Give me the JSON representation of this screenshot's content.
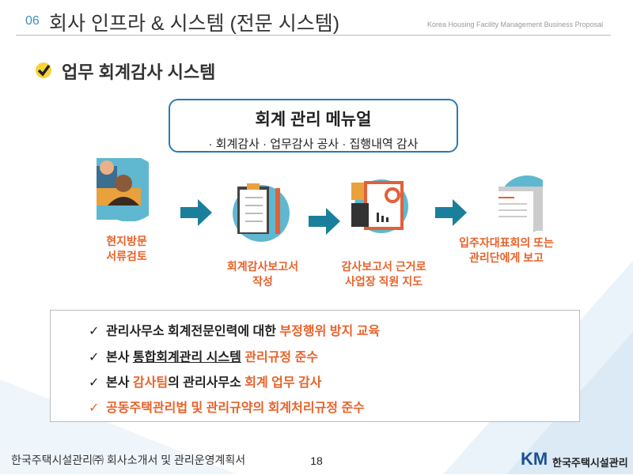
{
  "header": {
    "number": "06",
    "title": "회사 인프라 & 시스템 (전문 시스템)",
    "subtitle": "Korea Housing Facility Management Business Proposal"
  },
  "section": {
    "title": "업무 회계감사 시스템"
  },
  "manual": {
    "title": "회계 관리 메뉴얼",
    "items": "· 회계감사  · 업무감사 공사  · 집행내역 감사"
  },
  "steps": [
    {
      "line1": "현지방문",
      "line2": "서류검토",
      "icon": "meeting-icon"
    },
    {
      "line1": "회계감사보고서",
      "line2": "작성",
      "icon": "clipboard-icon"
    },
    {
      "line1": "감사보고서 근거로",
      "line2": "사업장 직원 지도",
      "icon": "financial-report-icon"
    },
    {
      "line1": "입주자대표회의 또는",
      "line2": "관리단에게 보고",
      "icon": "document-icon"
    }
  ],
  "checklist": [
    {
      "a": "관리사무소 회계전문인력에 대한 ",
      "b": "부정행위 방지 교육"
    },
    {
      "a": "본사 ",
      "u": "통합회계관리 시스템",
      "b": " 관리규정 준수"
    },
    {
      "a": "본사 ",
      "b": "감사팀",
      "c": "의 관리사무소 ",
      "d": "회계 업무 감사"
    },
    {
      "b": "공동주택관리법 및 관리규약의 회계처리규정 준수"
    }
  ],
  "check_mark": "✓",
  "footer": {
    "text": "한국주택시설관리㈜ 회사소개서 및 관리운영계획서",
    "page": "18",
    "logo_mark": "KM",
    "logo_text": "한국주택시설관리"
  },
  "colors": {
    "accent": "#e8622a",
    "blue": "#2a7ab0",
    "teal": "#1a7f9c"
  }
}
